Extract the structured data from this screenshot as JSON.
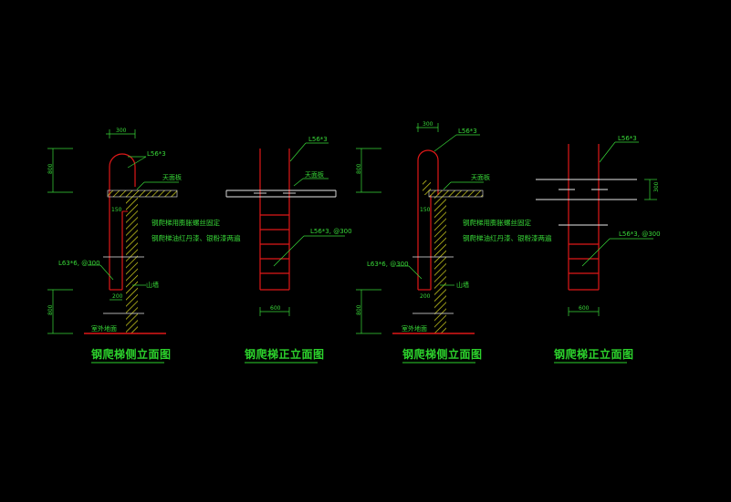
{
  "colors": {
    "background": "#000000",
    "ladder": "#e01818",
    "text": "#38d838",
    "hatch": "#d8d820",
    "dimension": "#38d838",
    "slab": "#e8e8e8"
  },
  "figures": [
    {
      "title": "钢爬梯侧立面图",
      "dim_top": "300",
      "dim_side_top": "800",
      "dim_side_bottom": "800",
      "dim_inner": "150",
      "dim_bottom": "200",
      "label_angle": "L56*3",
      "label_roof": "天面板",
      "label_bar": "L63*6, @300",
      "label_wall": "山墙",
      "label_ground": "室外地面",
      "note_1": "钢爬梯用膨胀螺丝固定",
      "note_2": "钢爬梯油红丹漆、银粉漆两遍"
    },
    {
      "title": "钢爬梯正立面图",
      "dim_bottom": "600",
      "label_angle": "L56*3",
      "label_roof": "天面板",
      "label_rung": "L56*3, @300"
    },
    {
      "title": "钢爬梯侧立面图",
      "dim_top": "300",
      "dim_side_top": "800",
      "dim_side_bottom": "800",
      "dim_inner": "150",
      "dim_bottom": "200",
      "label_angle": "L56*3",
      "label_roof": "天面板",
      "label_bar": "L63*6, @300",
      "label_wall": "山墙",
      "label_ground": "室外地面",
      "note_1": "钢爬梯用膨胀螺丝固定",
      "note_2": "钢爬梯油红丹漆、银粉漆两遍"
    },
    {
      "title": "钢爬梯正立面图",
      "dim_bottom": "600",
      "dim_side": "300",
      "label_angle": "L56*3",
      "label_rung": "L56*3, @300"
    }
  ]
}
